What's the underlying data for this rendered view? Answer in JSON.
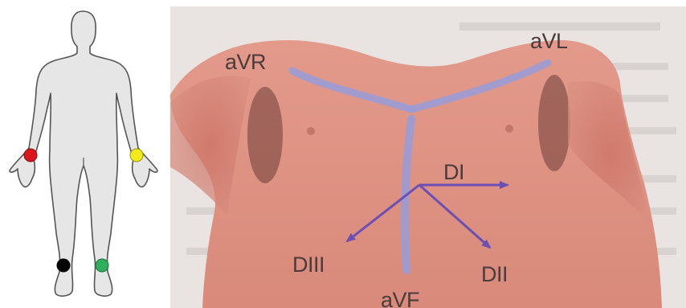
{
  "electrodes": [
    {
      "name": "right-arm-electrode",
      "color": "#d9161b"
    },
    {
      "name": "left-arm-electrode",
      "color": "#f2ea1a"
    },
    {
      "name": "right-leg-electrode",
      "color": "#000000"
    },
    {
      "name": "left-leg-electrode",
      "color": "#2fae5c"
    }
  ],
  "leads": {
    "avr": "aVR",
    "avl": "aVL",
    "di": "DI",
    "dii": "DII",
    "diii": "DIII",
    "avf": "aVF"
  },
  "colors": {
    "body_outline": "#555555",
    "body_fill": "#e6e6e6",
    "skin": "#d98f80",
    "augmented_arrow": "#9b9cd6",
    "bipolar_arrow": "#6a4fb4",
    "label": "#4a3b3c"
  }
}
